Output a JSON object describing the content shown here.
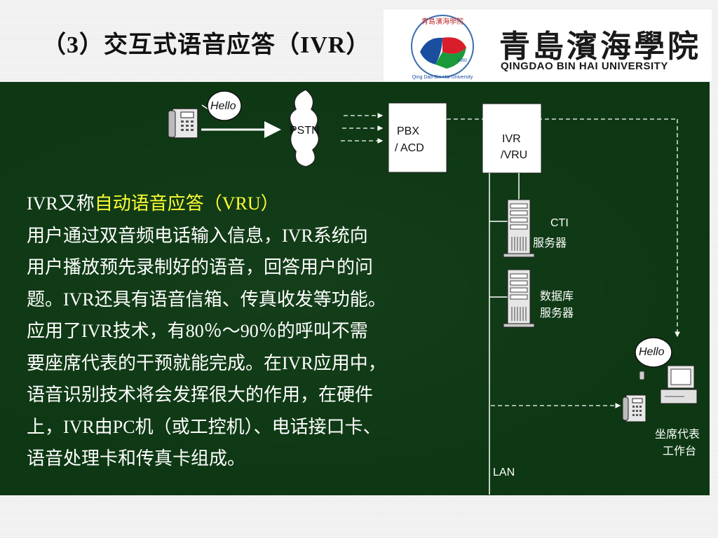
{
  "header": {
    "title": "（3）交互式语音应答（IVR）"
  },
  "logo": {
    "cn_name": "青島濱海學院",
    "en_name": "QINGDAO BIN HAI UNIVERSITY",
    "seal_text": "Qing Dao Bin Hai University",
    "seal_year": "1992",
    "seal_cn": "青島濱海學院"
  },
  "body": {
    "lines": [
      {
        "prefix": "IVR又称",
        "highlight": "自动语音应答（VRU）"
      },
      "用户通过双音频电话输入信息，IVR系统向",
      "用户播放预先录制好的语音，回答用户的问",
      "题。IVR还具有语音信箱、传真收发等功能。",
      "应用了IVR技术，有80％～90％的呼叫不需",
      "要座席代表的干预就能完成。在IVR应用中，",
      "语音识别技术将会发挥很大的作用，在硬件",
      "上，IVR由PC机（或工控机）、电话接口卡、",
      "语音处理卡和传真卡组成。"
    ],
    "highlight_color": "#ffff33"
  },
  "diagram": {
    "hello_caller": "Hello",
    "hello_agent": "Hello",
    "pstn": "PSTN",
    "pbx_line1": "PBX",
    "pbx_line2": "/ ACD",
    "ivr_line1": "IVR",
    "ivr_line2": "/VRU",
    "cti_line1": "CTI",
    "cti_line2": "服务器",
    "db_line1": "数据库",
    "db_line2": "服务器",
    "agent_line1": "坐席代表",
    "agent_line2": "工作台",
    "lan": "LAN"
  }
}
